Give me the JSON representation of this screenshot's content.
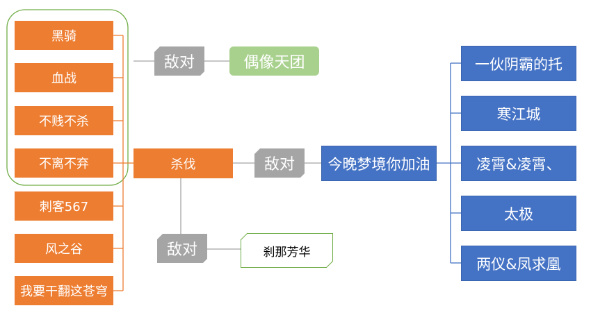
{
  "colors": {
    "orange": "#ED7D31",
    "blue": "#4472C4",
    "gray": "#A5A5A5",
    "green": "#A9D18E",
    "outline_green": "#70AD47"
  },
  "left_members": [
    "黑骑",
    "血战",
    "不贱不杀",
    "不离不弃",
    "刺客567",
    "风之谷",
    "我要干翻这苍穹"
  ],
  "enemy_label": "敌对",
  "top_target": "偶像天团",
  "center": "杀伐",
  "bottom_target": "刹那芳华",
  "main_opponent": "今晚梦境你加油",
  "right_members": [
    "一伙阴霸的托",
    "寒江城",
    "凌霄&凌霄、",
    "太极",
    "两仪&凤求凰"
  ]
}
